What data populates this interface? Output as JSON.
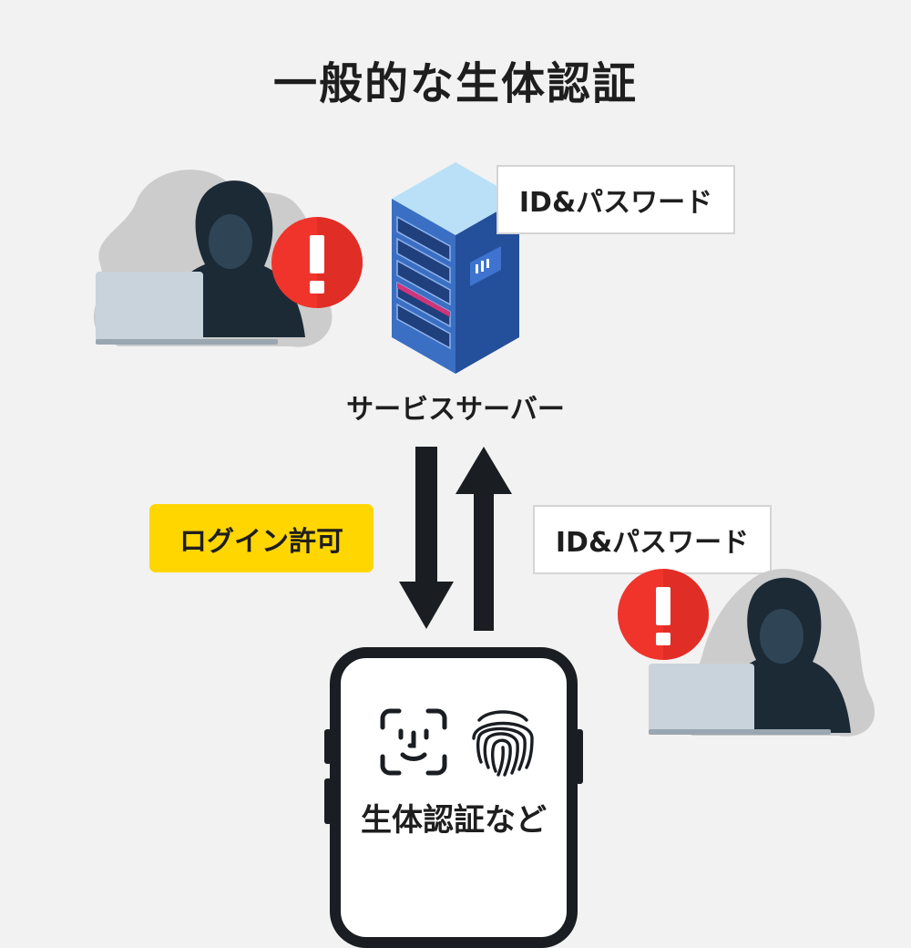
{
  "title": "一般的な生体認証",
  "server_label": "サービスサーバー",
  "top_id_box": "ID&パスワード",
  "right_id_box": "ID&パスワード",
  "login_badge": "ログイン許可",
  "phone_label": "生体認証など",
  "colors": {
    "background": "#f2f2f2",
    "badge": "#ffd600",
    "alert": "#f0342c",
    "server_blue": "#3a6fc4",
    "hacker_dark": "#1c2a36",
    "laptop": "#c9d3db",
    "arrow": "#1a1d21"
  },
  "icons": [
    "hacker-icon",
    "alert-icon",
    "server-icon",
    "face-id-icon",
    "fingerprint-icon",
    "arrow-down-icon",
    "arrow-up-icon"
  ]
}
